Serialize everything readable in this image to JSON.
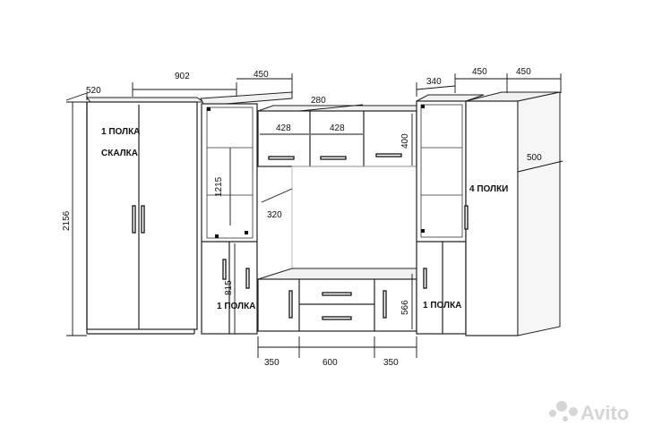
{
  "dimensions": {
    "w520": "520",
    "w902": "902",
    "w450_left": "450",
    "w280": "280",
    "w428_a": "428",
    "w428_b": "428",
    "h400": "400",
    "h1215": "1215",
    "d320": "320",
    "h815": "815",
    "h2156": "2156",
    "h566": "566",
    "w340": "340",
    "w450_right_a": "450",
    "w450_right_b": "450",
    "d500": "500",
    "w350_left": "350",
    "w600": "600",
    "w350_right": "350"
  },
  "labels": {
    "left_shelf": "1 ПОЛКА",
    "rod": "СКАЛКА",
    "lower_left_shelf": "1 ПОЛКА",
    "right_shelves": "4 ПОЛКИ",
    "lower_right_shelf": "1 ПОЛКА"
  },
  "watermark": {
    "brand": "Avito"
  }
}
